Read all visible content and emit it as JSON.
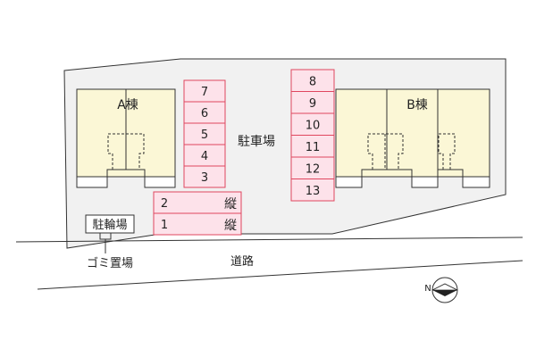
{
  "buildings": {
    "a": {
      "label": "A棟"
    },
    "b": {
      "label": "B棟"
    }
  },
  "parking": {
    "label": "駐車場",
    "left_column": [
      "7",
      "6",
      "5",
      "4",
      "3"
    ],
    "right_column": [
      "8",
      "9",
      "10",
      "11",
      "12",
      "13"
    ],
    "tandem_spaces": [
      {
        "number": "2",
        "note": "縦"
      },
      {
        "number": "1",
        "note": "縦"
      }
    ]
  },
  "bicycle_parking": {
    "label": "駐輪場"
  },
  "garbage_area": {
    "label": "ゴミ置場"
  },
  "road": {
    "label": "道路"
  },
  "compass": {
    "direction_label": "N"
  },
  "colors": {
    "lot_fill": "#f1f1f1",
    "building_fill": "#fbf7d6",
    "parking_fill": "#fde2ea",
    "parking_stroke": "#e0465f"
  }
}
